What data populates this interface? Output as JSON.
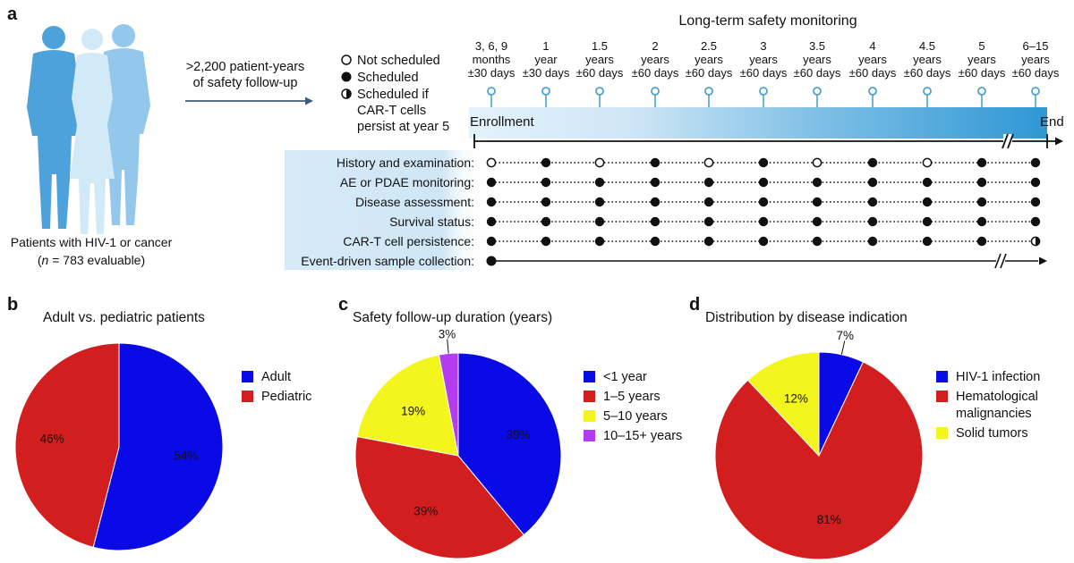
{
  "panel_a": {
    "label": "a",
    "patients_caption_line1": "Patients with HIV-1 or cancer",
    "patients_caption_n": "n",
    "patients_caption_rest": " = 783 evaluable)",
    "patients_caption_open": "(",
    "followup_line1": ">2,200 patient-years",
    "followup_line2": "of safety follow-up",
    "legend": {
      "not_scheduled": "Not scheduled",
      "scheduled": "Scheduled",
      "conditional_line1": "Scheduled if",
      "conditional_line2": "CAR-T cells",
      "conditional_line3": "persist at year 5"
    },
    "timeline_title": "Long-term safety monitoring",
    "enrollment_label": "Enrollment",
    "end_label": "End",
    "timepoints": [
      {
        "lines": [
          "3, 6, 9",
          "months",
          "±30 days"
        ]
      },
      {
        "lines": [
          "1",
          "year",
          "±30 days"
        ]
      },
      {
        "lines": [
          "1.5",
          "years",
          "±60 days"
        ]
      },
      {
        "lines": [
          "2",
          "years",
          "±60 days"
        ]
      },
      {
        "lines": [
          "2.5",
          "years",
          "±60 days"
        ]
      },
      {
        "lines": [
          "3",
          "years",
          "±60 days"
        ]
      },
      {
        "lines": [
          "3.5",
          "years",
          "±60 days"
        ]
      },
      {
        "lines": [
          "4",
          "years",
          "±60 days"
        ]
      },
      {
        "lines": [
          "4.5",
          "years",
          "±60 days"
        ]
      },
      {
        "lines": [
          "5",
          "years",
          "±60 days"
        ]
      },
      {
        "lines": [
          "6–15",
          "years",
          "±60 days"
        ]
      }
    ],
    "schedule_rows": [
      {
        "label": "History and examination:",
        "marks": [
          "open",
          "filled",
          "open",
          "filled",
          "open",
          "filled",
          "open",
          "filled",
          "open",
          "filled",
          "filled"
        ]
      },
      {
        "label": "AE or PDAE monitoring:",
        "marks": [
          "filled",
          "filled",
          "filled",
          "filled",
          "filled",
          "filled",
          "filled",
          "filled",
          "filled",
          "filled",
          "filled"
        ]
      },
      {
        "label": "Disease assessment:",
        "marks": [
          "filled",
          "filled",
          "filled",
          "filled",
          "filled",
          "filled",
          "filled",
          "filled",
          "filled",
          "filled",
          "filled"
        ]
      },
      {
        "label": "Survival status:",
        "marks": [
          "filled",
          "filled",
          "filled",
          "filled",
          "filled",
          "filled",
          "filled",
          "filled",
          "filled",
          "filled",
          "filled"
        ]
      },
      {
        "label": "CAR-T cell persistence:",
        "marks": [
          "filled",
          "filled",
          "filled",
          "filled",
          "filled",
          "filled",
          "filled",
          "filled",
          "filled",
          "filled",
          "half"
        ]
      }
    ],
    "event_row_label": "Event-driven sample collection:"
  },
  "chart_data": [
    {
      "panel": "b",
      "type": "pie",
      "title": "Adult vs. pediatric patients",
      "slices": [
        {
          "label": "Adult",
          "value": 54,
          "color": "#0a0ae6"
        },
        {
          "label": "Pediatric",
          "value": 46,
          "color": "#d21e1e"
        }
      ],
      "legend_placement": "right"
    },
    {
      "panel": "c",
      "type": "pie",
      "title": "Safety follow-up duration (years)",
      "slices": [
        {
          "label": "<1 year",
          "value": 39,
          "color": "#0a0ae6"
        },
        {
          "label": "1–5 years",
          "value": 39,
          "color": "#d21e1e"
        },
        {
          "label": "5–10 years",
          "value": 19,
          "color": "#f5f51e"
        },
        {
          "label": "10–15+ years",
          "value": 3,
          "color": "#b43cf0"
        }
      ],
      "legend_placement": "right"
    },
    {
      "panel": "d",
      "type": "pie",
      "title": "Distribution by disease indication",
      "slices": [
        {
          "label": "HIV-1 infection",
          "value": 7,
          "color": "#0a0ae6"
        },
        {
          "label": "Hematological malignancies",
          "legend_lines": [
            "Hematological",
            "malignancies"
          ],
          "value": 81,
          "color": "#d21e1e"
        },
        {
          "label": "Solid tumors",
          "value": 12,
          "color": "#f5f51e"
        }
      ],
      "legend_placement": "right"
    }
  ],
  "colors": {
    "timeline_light": "#d6ebf8",
    "timeline_dark": "#3e9fd6",
    "row_band": "#cfe6f6",
    "pin": "#4aa3d3",
    "figure_dark": "#4a9fd8",
    "figure_mid": "#7dbde6",
    "figure_light": "#b9ddf3"
  }
}
